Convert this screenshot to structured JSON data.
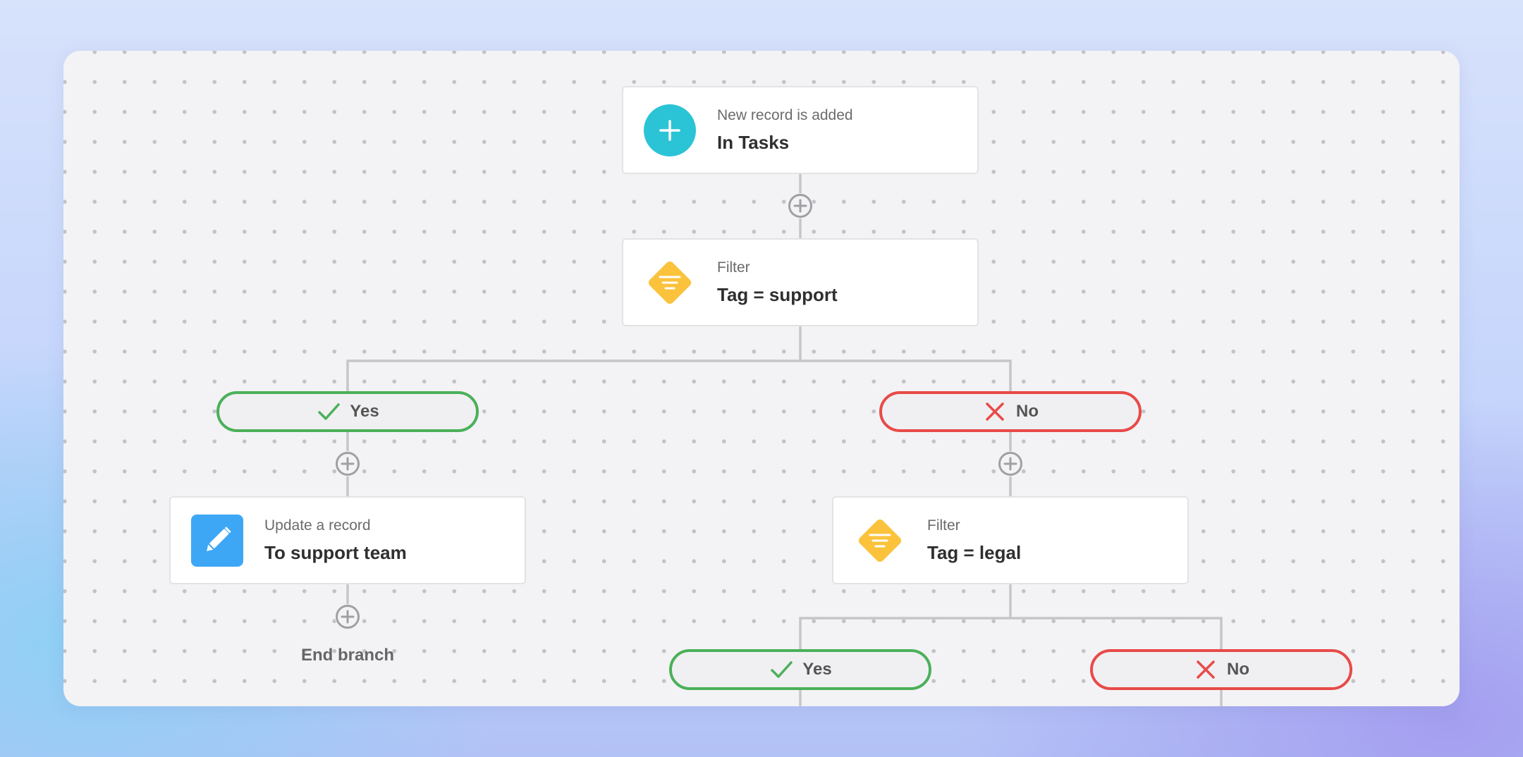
{
  "colors": {
    "trigger_icon_bg": "#2bc4d6",
    "filter_icon_bg": "#fbc23c",
    "action_icon_bg": "#3ea7f5",
    "yes_border": "#4bb05a",
    "no_border": "#e84a48",
    "connector": "#c6c6c9"
  },
  "trigger": {
    "icon": "plus-icon",
    "subtitle": "New record is added",
    "title": "In Tasks"
  },
  "filter_1": {
    "icon": "filter-icon",
    "subtitle": "Filter",
    "title": "Tag = support"
  },
  "branch_1": {
    "yes_label": "Yes",
    "no_label": "No"
  },
  "action_1": {
    "icon": "pencil-icon",
    "subtitle": "Update a record",
    "title": "To support team"
  },
  "end_branch_label": "End branch",
  "filter_2": {
    "icon": "filter-icon",
    "subtitle": "Filter",
    "title": "Tag = legal"
  },
  "branch_2": {
    "yes_label": "Yes",
    "no_label": "No"
  },
  "add_step_icon": "plus-circle-icon"
}
